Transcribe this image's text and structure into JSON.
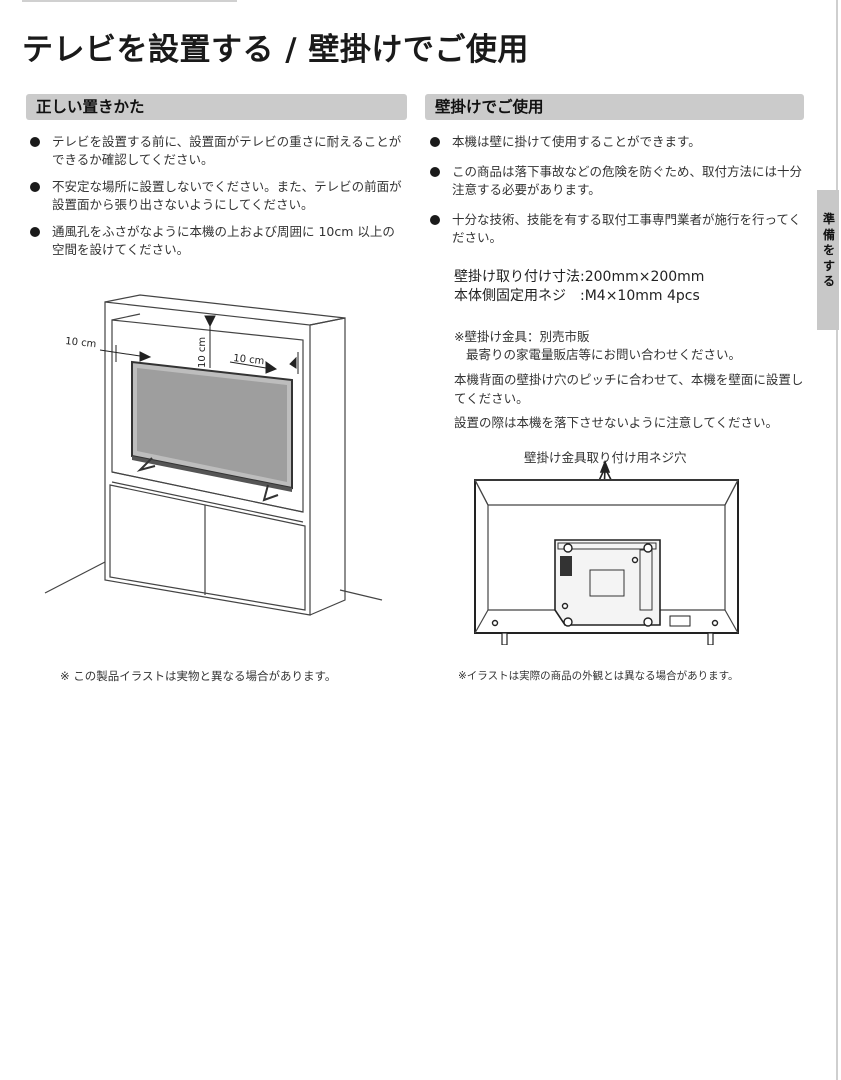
{
  "title": "テレビを設置する / 壁掛けでご使用",
  "left": {
    "heading": "正しい置きかた",
    "bullets": [
      "テレビを設置する前に、設置面がテレビの重さに耐えることができるか確認してください。",
      "不安定な場所に設置しないでください。また、テレビの前面が設置面から張り出さないようにしてください。",
      "通風孔をふさがなように本機の上および周囲に 10cm 以上の空間を設けてください。"
    ],
    "diagram": {
      "label_left": "10 cm",
      "label_top": "10 cm",
      "label_right": "10 cm"
    },
    "footnote": "※ この製品イラストは実物と異なる場合があります。"
  },
  "right": {
    "heading": "壁掛けでご使用",
    "bullets": [
      "本機は壁に掛けて使用することができます。",
      "この商品は落下事故などの危険を防ぐため、取付方法には十分注意する必要があります。",
      "十分な技術、技能を有する取付工事専門業者が施行を行ってください。"
    ],
    "spec_line1": "壁掛け取り付け寸法:200mm×200mm",
    "spec_line2": "本体側固定用ネジ　:M4×10mm 4pcs",
    "note_line1": "※壁掛け金具：別売市販",
    "note_line2": "最寄りの家電量販店等にお問い合わせください。",
    "para1": "本機背面の壁掛け穴のピッチに合わせて、本機を壁面に設置してください。",
    "para2": "設置の際は本機を落下させないように注意してください。",
    "diagram_caption": "壁掛け金具取り付け用ネジ穴",
    "footnote": "※イラストは実際の商品の外観とは異なる場合があります。"
  },
  "side_tab": "準備をする"
}
